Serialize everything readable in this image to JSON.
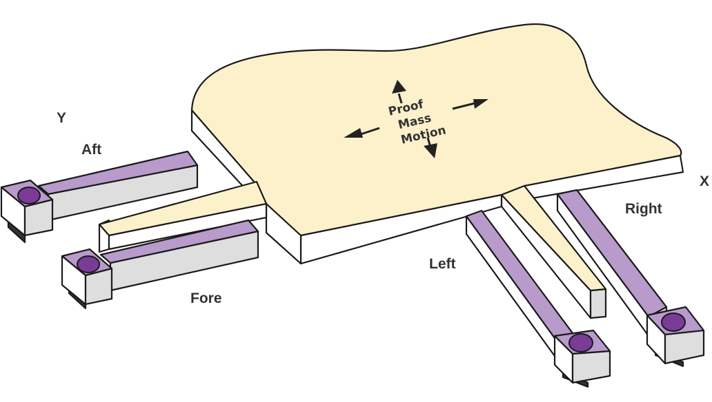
{
  "labels": {
    "axis_y": "Y",
    "axis_x": "X",
    "aft": "Aft",
    "fore": "Fore",
    "left": "Left",
    "right": "Right",
    "motion_line1": "Proof",
    "motion_line2": "Mass",
    "motion_line3": "Motion"
  },
  "colors": {
    "proof_mass": "#fdf1cc",
    "side_wall": "#ffffff",
    "beam_side": "#dedede",
    "electrode_top": "#b89acb",
    "anchor_dot": "#7a3c97",
    "outline": "#1a1a1a",
    "text": "#333333"
  },
  "icons": [
    "up-arrow-icon",
    "down-arrow-icon",
    "left-arrow-icon",
    "right-arrow-icon"
  ]
}
